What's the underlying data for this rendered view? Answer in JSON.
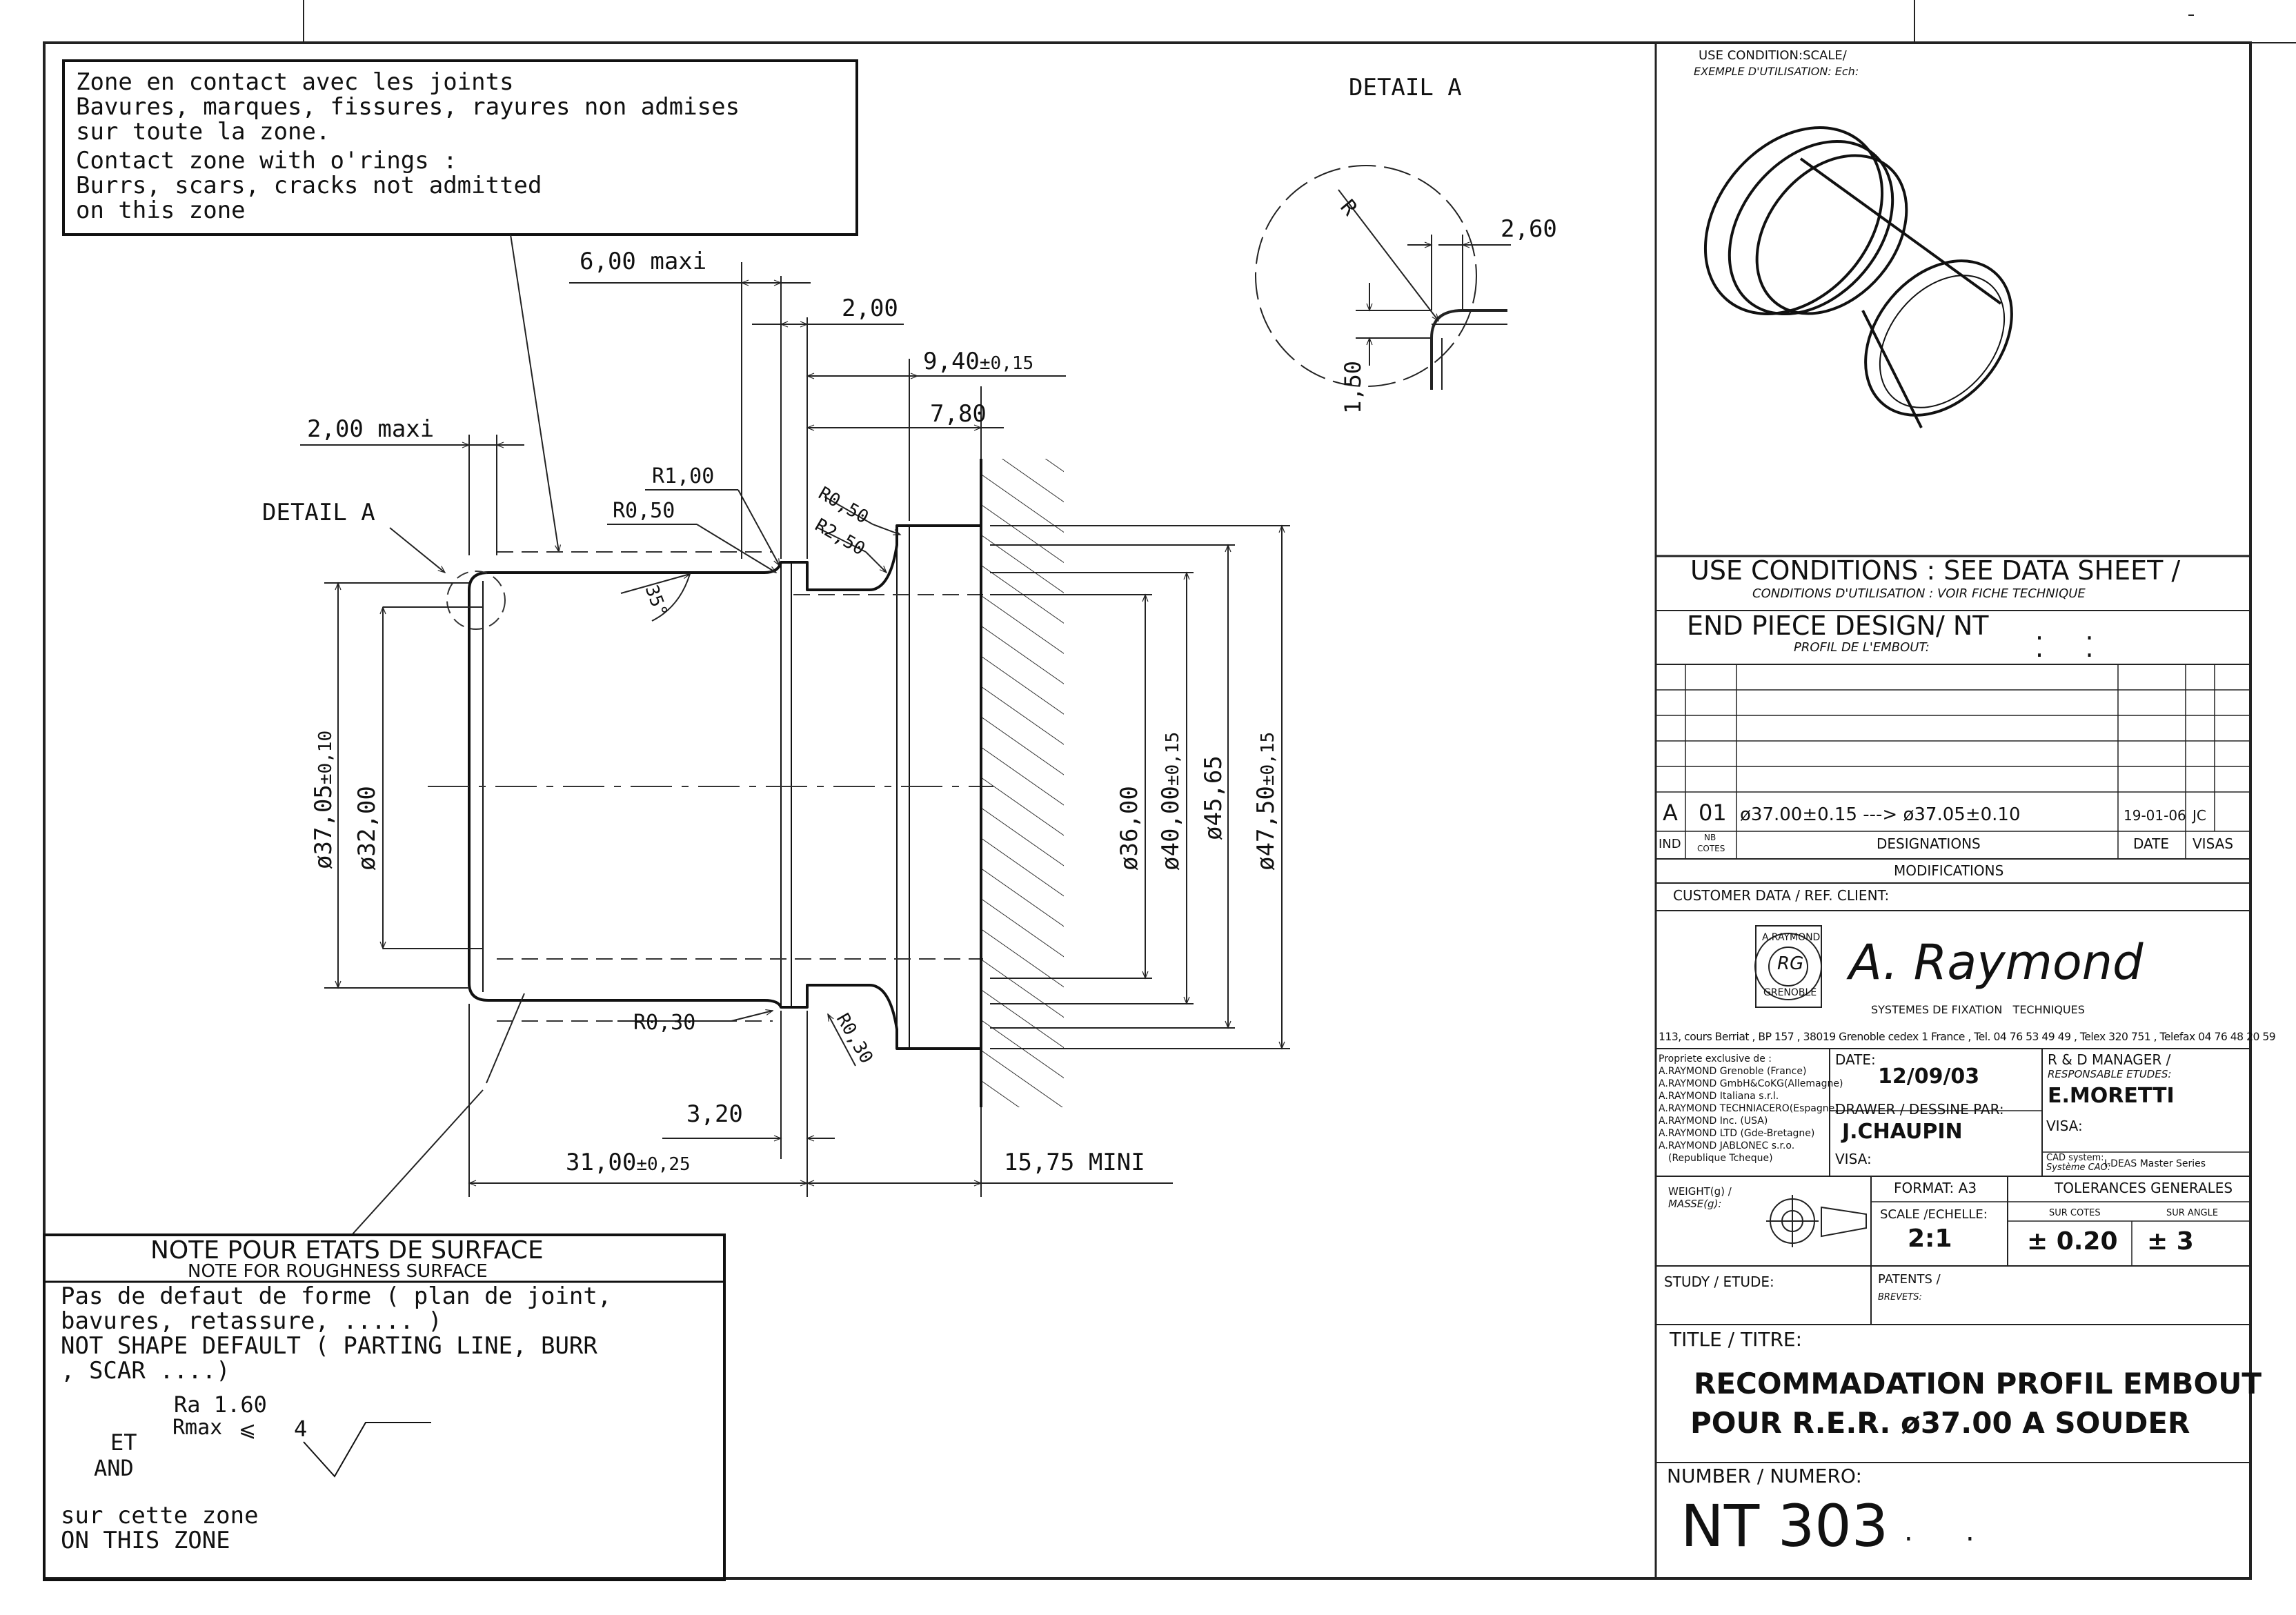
{
  "notes": {
    "contact_zone": [
      "Zone en contact avec les joints",
      "Bavures, marques, fissures, rayures non admises",
      "sur toute la zone.",
      "Contact zone with o'rings :",
      "Burrs, scars, cracks not admitted",
      "on this zone"
    ],
    "roughness_title": "NOTE POUR ETATS DE SURFACE",
    "roughness_subtitle": "NOTE FOR ROUGHNESS SURFACE",
    "roughness_lines": [
      "Pas de defaut de forme ( plan de joint,",
      "bavures, retassure, ..... )",
      "NOT SHAPE DEFAULT ( PARTING LINE, BURR",
      ", SCAR ....)"
    ],
    "ra": "Ra 1.60",
    "rmax": "Rmax",
    "rmax_value": "4",
    "et": "ET",
    "and": "AND",
    "zone_fr": "sur cette zone",
    "zone_en": "ON THIS ZONE"
  },
  "dimensions": {
    "d_6_maxi": "6,00 maxi",
    "d_2_00": "2,00",
    "d_9_40": "9,40",
    "d_9_40_tol": "±0,15",
    "d_7_80": "7,80",
    "d_2_maxi": "2,00 maxi",
    "r_1_00": "R1,00",
    "r_0_50a": "R0,50",
    "r_0_50b": "R0,50",
    "r_2_50": "R2,50",
    "angle_35": "35°",
    "detail_a_label": "DETAIL A",
    "dia_37_05": "ø37,05",
    "dia_37_05_tol": "±0,10",
    "dia_32": "ø32,00",
    "dia_36": "ø36,00",
    "dia_40": "ø40,00",
    "dia_40_tol": "±0,15",
    "dia_45_65": "ø45,65",
    "dia_47_50": "ø47,50",
    "dia_47_50_tol": "±0,15",
    "r_0_30a": "R0,30",
    "r_0_30b": "R0,30",
    "d_3_20": "3,20",
    "d_31_00": "31,00",
    "d_31_00_tol": "±0,25",
    "d_15_75": "15,75 MINI"
  },
  "detail_a": {
    "title": "DETAIL A",
    "r": "R",
    "d_2_60": "2,60",
    "d_1_50": "1,50"
  },
  "title_block": {
    "use_condition_scale": "USE CONDITION:SCALE/",
    "exemple_utilisation": "EXEMPLE D'UTILISATION: Ech:",
    "use_conditions": "USE CONDITIONS : SEE DATA SHEET /",
    "conditions_fr": "CONDITIONS D'UTILISATION : VOIR FICHE TECHNIQUE",
    "end_piece": "END PIECE DESIGN/ NT",
    "end_piece_dots": ".     .",
    "profil_fr": "PROFIL DE L'EMBOUT:",
    "end_piece_dots2": ".     .",
    "revision": {
      "ind": "A",
      "nb": "01",
      "designation": "ø37.00±0.15 ---> ø37.05±0.10",
      "date": "19-01-06",
      "visa": "JC"
    },
    "hdr_ind": "IND",
    "hdr_nb": "NB",
    "hdr_cotes": "COTES",
    "hdr_designations": "DESIGNATIONS",
    "hdr_date": "DATE",
    "hdr_visas": "VISAS",
    "modifications": "MODIFICATIONS",
    "customer_data": "CUSTOMER DATA / REF. CLIENT:",
    "logo_ring_top": "A.RAYMOND",
    "logo_ring_bottom": "GRENOBLE",
    "logo_mono": "RG",
    "brand_name": "A. Raymond",
    "brand_tagline": "SYSTEMES DE FIXATION   TECHNIQUES",
    "address": "113, cours Berriat , BP 157 , 38019 Grenoble cedex 1 France , Tel. 04 76 53 49 49 , Telex 320 751 , Telefax 04 76 48 20 59",
    "property_lines": [
      "Propriete exclusive de :",
      "A.RAYMOND Grenoble (France)",
      "A.RAYMOND GmbH&CoKG(Allemagne)",
      "A.RAYMOND Italiana s.r.l.",
      "A.RAYMOND TECHNIACERO(Espagne)",
      "A.RAYMOND Inc. (USA)",
      "A.RAYMOND LTD (Gde-Bretagne)",
      "A.RAYMOND JABLONEC s.r.o.",
      "(Republique Tcheque)"
    ],
    "date_label": "DATE:",
    "date_value": "12/09/03",
    "rd_manager": "R & D MANAGER /",
    "responsable": "RESPONSABLE ETUDES:",
    "manager_name": "E.MORETTI",
    "visa1": "VISA:",
    "drawer_label": "DRAWER / DESSINE PAR:",
    "drawer_name": "J.CHAUPIN",
    "visa2": "VISA:",
    "cad1": "CAD system:",
    "cad2": "Système CAO:",
    "cad_value": "I-DEAS Master Series",
    "weight1": "WEIGHT(g) /",
    "weight2": "MASSE(g):",
    "format": "FORMAT: A3",
    "scale_label": "SCALE /ECHELLE:",
    "scale_value": "2:1",
    "tol_title": "TOLERANCES GENERALES",
    "tol_sur_cotes": "SUR COTES",
    "tol_sur_angle": "SUR ANGLE",
    "tol_cotes": "± 0.20",
    "tol_angle": "± 3",
    "study": "STUDY / ETUDE:",
    "patents": "PATENTS /",
    "brevets": "BREVETS:",
    "title_label": "TITLE / TITRE:",
    "title_line1": "RECOMMADATION PROFIL EMBOUT",
    "title_line2": "POUR R.E.R. ø37.00 A SOUDER",
    "number_label": "NUMBER / NUMERO:",
    "number_value": "NT 303",
    "number_dots": ".      ."
  }
}
